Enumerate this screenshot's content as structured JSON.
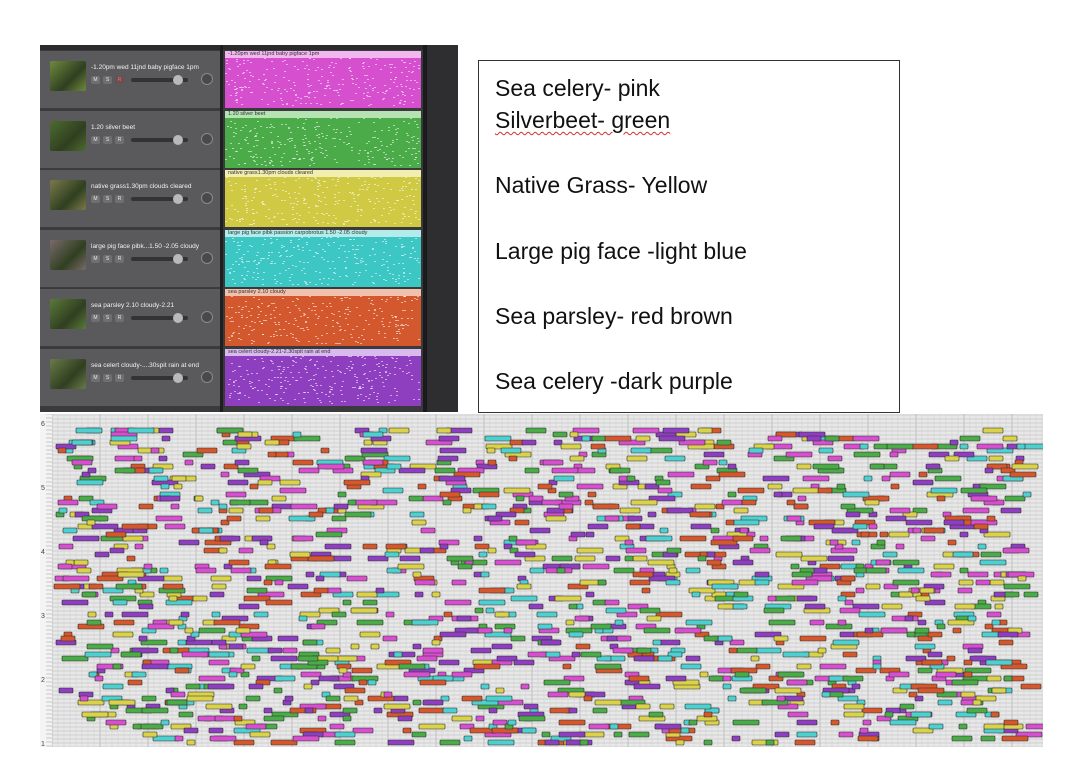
{
  "tracks": [
    {
      "name": "-1.20pm wed 11jnd baby pigface 1pm",
      "region_label": "-1.20pm wed 11jnd baby pigface 1pm",
      "buttons": [
        "M",
        "S",
        "R"
      ],
      "color": "#d64fcf",
      "label_bg": "#f3b7ef",
      "thumb_color": "#6f8a3e"
    },
    {
      "name": "1.20 silver beet",
      "region_label": "1.20 silver beet",
      "buttons": [
        "M",
        "S",
        "R"
      ],
      "color": "#4bab48",
      "label_bg": "#b5e3b3",
      "thumb_color": "#4e6b30"
    },
    {
      "name": "native grass1.30pm clouds cleared",
      "region_label": "native grass1.30pm clouds cleared",
      "buttons": [
        "M",
        "S",
        "R"
      ],
      "color": "#cfc943",
      "label_bg": "#f1eeb0",
      "thumb_color": "#7a7a4a"
    },
    {
      "name": "large pig face pibk...1.50 -2.05 cloudy",
      "region_label": "large pig face pibk passion carpobrotus 1.50 -2.05 cloudy",
      "buttons": [
        "M",
        "S",
        "R"
      ],
      "color": "#3cc6c4",
      "label_bg": "#b3ecea",
      "thumb_color": "#7a6a6a"
    },
    {
      "name": "sea parsley 2.10 cloudy-2.21",
      "region_label": "sea parsley 2.10 cloudy",
      "buttons": [
        "M",
        "S",
        "R"
      ],
      "color": "#d4582e",
      "label_bg": "#f1c1ad",
      "thumb_color": "#5a7a3a"
    },
    {
      "name": "sea celert cloudy-....30spit rain at end",
      "region_label": "sea celert cloudy-2.21-2.30spit rain at end",
      "buttons": [
        "M",
        "S",
        "R"
      ],
      "color": "#8e3fc0",
      "label_bg": "#d8baee",
      "thumb_color": "#6a7a4a"
    }
  ],
  "legend": [
    "Sea celery- pink",
    "Silverbeet- green",
    "Native Grass- Yellow",
    "Large pig face -light blue",
    "Sea parsley- red brown",
    "Sea celery -dark purple"
  ],
  "piano_roll": {
    "ruler_labels": [
      "6",
      "5",
      "4",
      "3",
      "2",
      "1"
    ],
    "note_colors": [
      "#d64fcf",
      "#4bab48",
      "#d9d24a",
      "#4fd0d0",
      "#d4582e",
      "#8e3fc0"
    ]
  }
}
